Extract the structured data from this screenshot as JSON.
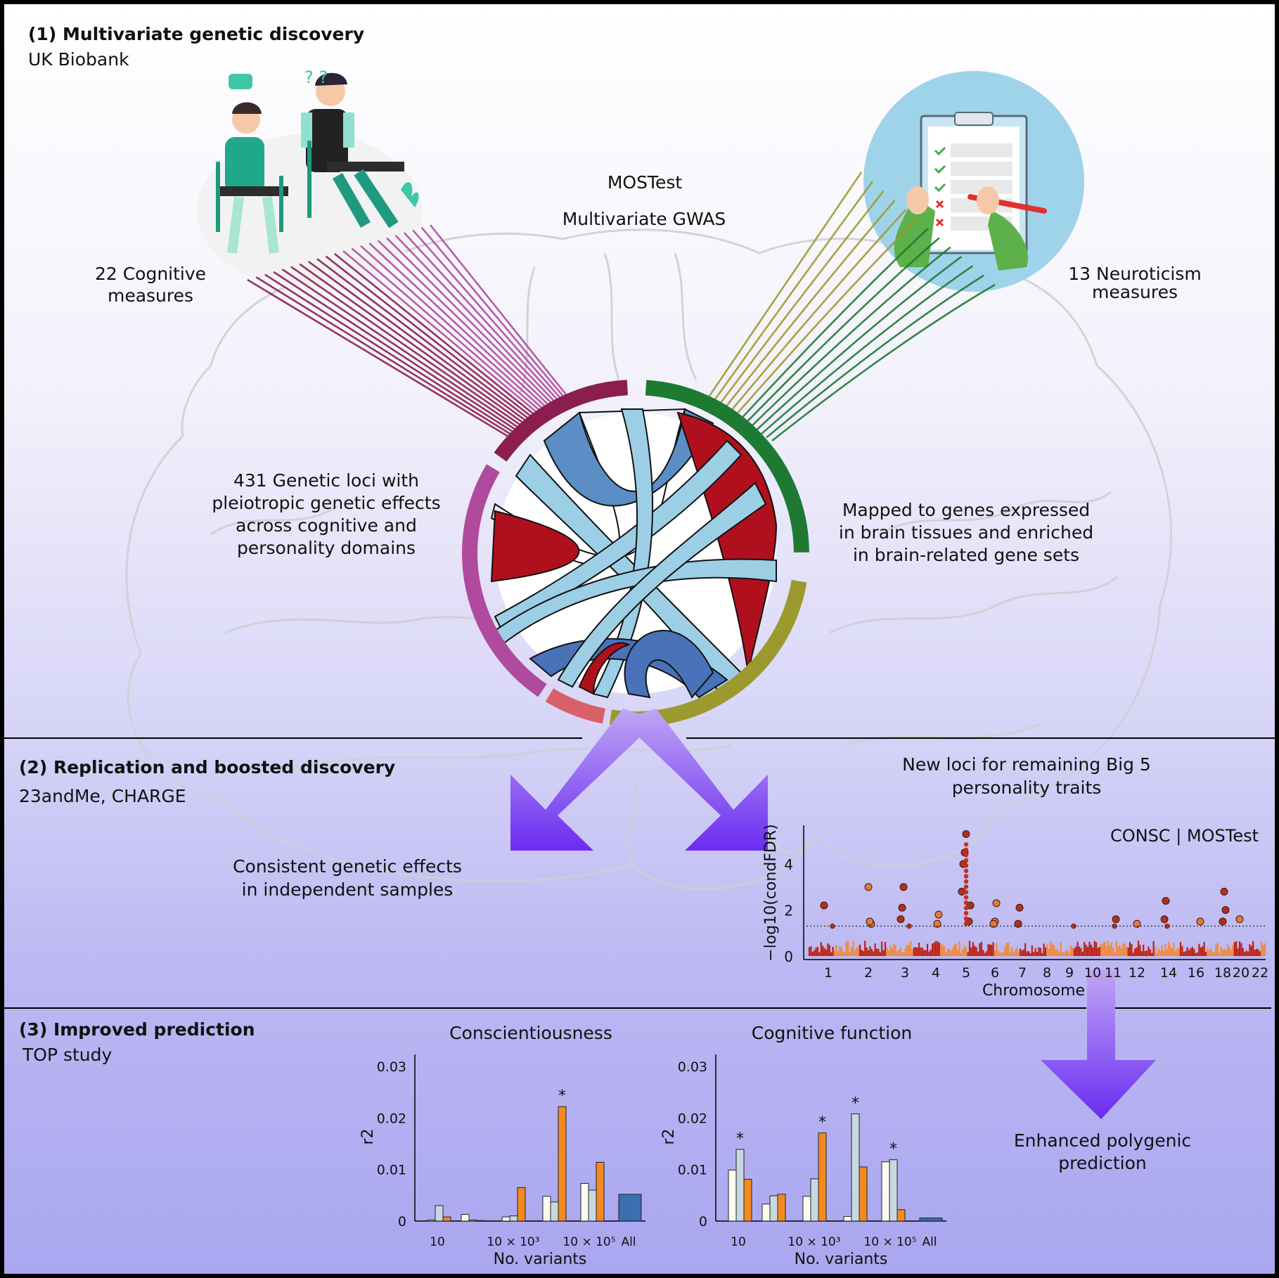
{
  "sections": {
    "s1": {
      "heading": "(1) Multivariate genetic discovery",
      "source": "UK Biobank"
    },
    "s2": {
      "heading": "(2) Replication and boosted discovery",
      "source": "23andMe, CHARGE"
    },
    "s3": {
      "heading": "(3) Improved prediction",
      "source": "TOP study"
    }
  },
  "labels": {
    "mostest": "MOSTest",
    "mvgwas": "Multivariate GWAS",
    "cog_line1": "22 Cognitive",
    "cog_line2": "measures",
    "neuro_line1": "13 Neuroticism",
    "neuro_line2": "measures",
    "loci_l1": "431 Genetic loci with",
    "loci_l2": "pleiotropic genetic effects",
    "loci_l3": "across cognitive and",
    "loci_l4": "personality domains",
    "map_l1": "Mapped to genes expressed",
    "map_l2": "in brain tissues and enriched",
    "map_l3": "in brain-related gene sets",
    "newloci_l1": "New loci for remaining Big 5",
    "newloci_l2": "personality traits",
    "consistent_l1": "Consistent genetic effects",
    "consistent_l2": "in independent samples",
    "enh_l1": "Enhanced polygenic",
    "enh_l2": "prediction"
  },
  "colors": {
    "arrow": "#7a3cf0",
    "cog_ring": "#8b1e4e",
    "cog_ring2": "#b04a9c",
    "neuro_ring": "#1e7a33",
    "neuro_ring2": "#9c9a2e",
    "chord_red": "#b0101e",
    "chord_lightblue": "#9ccfe6",
    "chord_blue": "#4a72b8",
    "bar_white": "#fdfbf0",
    "bar_grey": "#c8d8e0",
    "bar_orange": "#f28a20",
    "bar_blue": "#3a6fb0"
  },
  "chart_data": [
    {
      "type": "scatter",
      "title": "CONSC | MOSTest",
      "xlabel": "Chromosome",
      "ylabel": "−log10(condFDR)",
      "yticks": [
        "0",
        "2",
        "4"
      ],
      "ylim": [
        0,
        5.5
      ],
      "xticks": [
        "1",
        "2",
        "3",
        "4",
        "5",
        "6",
        "7",
        "8",
        "9",
        "10",
        "11",
        "12",
        "14",
        "16",
        "18",
        "20",
        "22"
      ],
      "threshold": 1.3,
      "points": [
        {
          "chr": "1",
          "y": 2.2
        },
        {
          "chr": "1",
          "y": 1.3
        },
        {
          "chr": "2",
          "y": 1.4
        },
        {
          "chr": "2",
          "y": 1.5
        },
        {
          "chr": "2",
          "y": 3.0
        },
        {
          "chr": "3",
          "y": 3.0
        },
        {
          "chr": "3",
          "y": 2.1
        },
        {
          "chr": "3",
          "y": 1.6
        },
        {
          "chr": "3",
          "y": 1.3
        },
        {
          "chr": "4",
          "y": 1.8
        },
        {
          "chr": "4",
          "y": 1.4
        },
        {
          "chr": "5",
          "y": 5.3
        },
        {
          "chr": "5",
          "y": 4.5
        },
        {
          "chr": "5",
          "y": 4.0
        },
        {
          "chr": "5",
          "y": 2.8
        },
        {
          "chr": "5",
          "y": 2.2
        },
        {
          "chr": "5",
          "y": 1.5
        },
        {
          "chr": "6",
          "y": 2.3
        },
        {
          "chr": "6",
          "y": 1.5
        },
        {
          "chr": "6",
          "y": 1.4
        },
        {
          "chr": "7",
          "y": 2.1
        },
        {
          "chr": "7",
          "y": 1.4
        },
        {
          "chr": "9",
          "y": 1.3
        },
        {
          "chr": "11",
          "y": 1.6
        },
        {
          "chr": "11",
          "y": 1.3
        },
        {
          "chr": "12",
          "y": 1.4
        },
        {
          "chr": "14",
          "y": 1.3
        },
        {
          "chr": "14",
          "y": 2.4
        },
        {
          "chr": "14",
          "y": 1.6
        },
        {
          "chr": "16",
          "y": 1.5
        },
        {
          "chr": "18",
          "y": 2.0
        },
        {
          "chr": "18",
          "y": 2.8
        },
        {
          "chr": "18",
          "y": 1.5
        },
        {
          "chr": "20",
          "y": 1.6
        }
      ]
    },
    {
      "type": "bar",
      "title": "Conscientiousness",
      "xlabel": "No. variants",
      "ylabel": "r2",
      "ylim": [
        0,
        0.03
      ],
      "yticks": [
        "0.03",
        "0.02",
        "0.01",
        "0"
      ],
      "categories": [
        "10",
        "",
        "10 × 10³",
        "",
        "10 × 10⁵",
        "All"
      ],
      "series": [
        {
          "values": [
            0.0002,
            0.0013,
            0.0008,
            0.0048,
            0.0073,
            null
          ]
        },
        {
          "values": [
            0.003,
            0.0002,
            0.001,
            0.0037,
            0.006,
            null
          ]
        },
        {
          "values": [
            0.0008,
            0.0001,
            0.0065,
            0.0222,
            0.0114,
            null
          ]
        },
        {
          "values": [
            null,
            null,
            null,
            null,
            null,
            0.0052
          ]
        }
      ],
      "significant": [
        {
          "category": 3,
          "series": 2
        }
      ]
    },
    {
      "type": "bar",
      "title": "Cognitive function",
      "xlabel": "No. variants",
      "ylabel": "r2",
      "ylim": [
        0,
        0.03
      ],
      "yticks": [
        "0.03",
        "0.02",
        "0.01",
        "0"
      ],
      "categories": [
        "10",
        "",
        "10 × 10³",
        "",
        "10 × 10⁵",
        "All"
      ],
      "series": [
        {
          "values": [
            0.0099,
            0.0033,
            0.0048,
            0.0009,
            0.0115,
            null
          ]
        },
        {
          "values": [
            0.0139,
            0.0049,
            0.0082,
            0.0208,
            0.0119,
            null
          ]
        },
        {
          "values": [
            0.0081,
            0.0052,
            0.0171,
            0.0105,
            0.0022,
            null
          ]
        },
        {
          "values": [
            null,
            null,
            null,
            null,
            null,
            0.0006
          ]
        }
      ],
      "significant": [
        {
          "category": 0,
          "series": 1
        },
        {
          "category": 2,
          "series": 2
        },
        {
          "category": 3,
          "series": 1
        },
        {
          "category": 4,
          "series": 1
        }
      ]
    }
  ]
}
